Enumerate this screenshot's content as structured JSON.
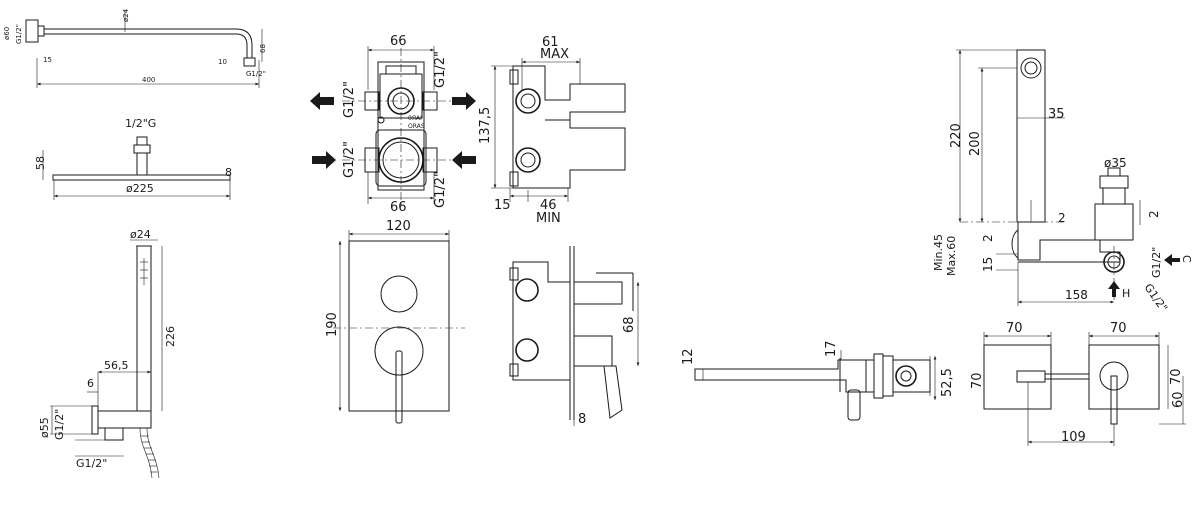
{
  "shower_arm": {
    "d_rose": "ø60",
    "thread_top": "G1/2\"",
    "d_pipe": "ø24",
    "wall": "15",
    "length": "400",
    "drop": "68",
    "tip": "10",
    "thread_end": "G1/2\""
  },
  "shower_head": {
    "connection": "1/2\"G",
    "height": "58",
    "thickness": "8",
    "diameter": "ø225"
  },
  "hand_shower": {
    "d_handle": "ø24",
    "handle_len": "226",
    "projection": "56,5",
    "thickness": "6",
    "d_elbow": "ø55",
    "thread_elbow": "G1/2\"",
    "thread_hose": "G1/2\""
  },
  "box_front": {
    "width_top": "66",
    "width_bottom": "66",
    "thread_tl": "G1/2\"",
    "thread_tr": "G1/2\"",
    "thread_bl": "G1/2\"",
    "thread_br": "G1/2\"",
    "logo_a": "0ЯAI",
    "logo_b": "ORAS"
  },
  "box_side": {
    "depth_max": "61",
    "max_label": "MAX",
    "height": "137,5",
    "base": "15",
    "depth_min": "46",
    "min_label": "MIN"
  },
  "trim_plate": {
    "width": "120",
    "height": "190"
  },
  "trim_side": {
    "projection": "68",
    "thickness": "8"
  },
  "spout_side": {
    "height_left": "12",
    "height_mid": "17",
    "dim": "52,5"
  },
  "basin_mixer": {
    "total": "220",
    "body": "200",
    "spout": "35",
    "d_cartridge": "ø35",
    "gap": "2",
    "gap_side": "2",
    "gap_low": "2",
    "min_label": "Min.45",
    "max_label": "Max.60",
    "base": "15",
    "length": "158",
    "hot": "H",
    "cold": "C",
    "thread_hot": "G1/2\"",
    "thread_cold": "G1/2\""
  },
  "plates_top": {
    "w_left": "70",
    "w_right": "70",
    "h_left": "70",
    "h_right": "70",
    "h_small": "60",
    "centers": "109"
  }
}
